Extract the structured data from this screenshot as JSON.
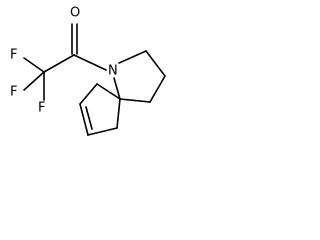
{
  "molecule": {
    "atoms": {
      "oxygen": "O",
      "nitrogen": "N",
      "fluorine_1": "F",
      "fluorine_2": "F",
      "fluorine_3": "F"
    }
  },
  "colors": {
    "background": "#ffffff",
    "bond": "#000000",
    "label": "#000000"
  }
}
